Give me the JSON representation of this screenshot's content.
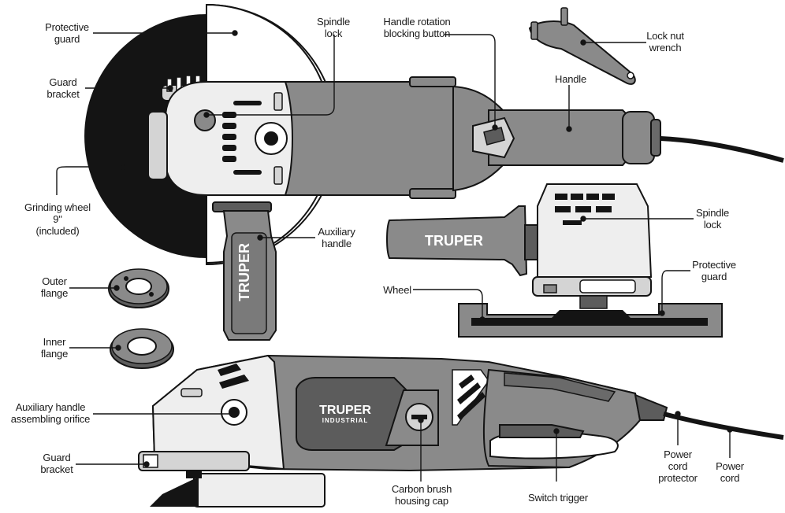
{
  "labels": {
    "protective_guard_top": "Protective\nguard",
    "guard_bracket_top": "Guard\nbracket",
    "grinding_wheel": "Grinding wheel\n9\"\n(included)",
    "spindle_lock_top": "Spindle\nlock",
    "handle_rotation_button": "Handle rotation\nblocking button",
    "lock_nut_wrench": "Lock nut\nwrench",
    "handle": "Handle",
    "spindle_lock_side": "Spindle\nlock",
    "auxiliary_handle": "Auxiliary\nhandle",
    "protective_guard_side": "Protective\nguard",
    "wheel": "Wheel",
    "outer_flange": "Outer\nflange",
    "inner_flange": "Inner\nflange",
    "aux_handle_orifice": "Auxiliary handle\nassembling orifice",
    "guard_bracket_bottom": "Guard\nbracket",
    "carbon_brush_cap": "Carbon brush\nhousing cap",
    "switch_trigger": "Switch trigger",
    "power_cord_protector": "Power\ncord\nprotector",
    "power_cord": "Power\ncord"
  },
  "brand": {
    "name": "TRUPER",
    "sub": "INDUSTRIAL"
  },
  "colors": {
    "body_gray": "#8a8a8a",
    "dark_gray": "#5c5c5c",
    "light_gray": "#d4d4d4",
    "black": "#141414",
    "white": "#ffffff"
  }
}
